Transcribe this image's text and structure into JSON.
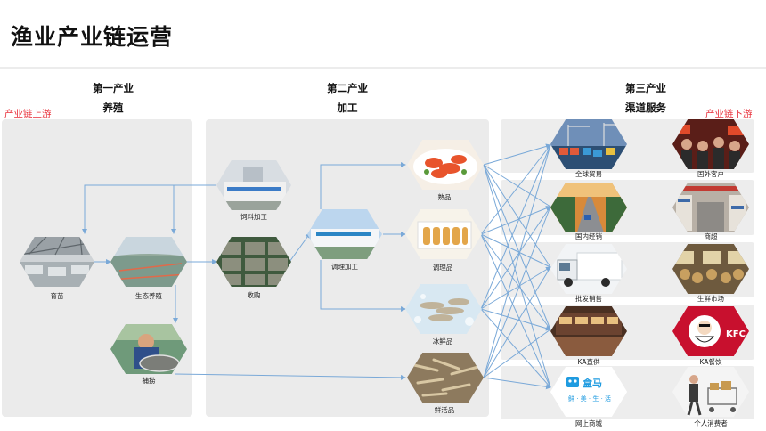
{
  "title": "渔业产业链运营",
  "labels": {
    "upstream": "产业链上游",
    "downstream": "产业链下游"
  },
  "sections": {
    "primary": {
      "line1": "第一产业",
      "line2": "养殖"
    },
    "secondary": {
      "line1": "第二产业",
      "line2": "加工"
    },
    "tertiary": {
      "line1": "第三产业",
      "line2": "渠道服务"
    }
  },
  "nodes": {
    "fry": "育苗",
    "eco_farming": "生态养殖",
    "fishing": "捕捞",
    "feed": "饲料加工",
    "purchase": "收购",
    "processing": "调理加工",
    "cooked": "熟品",
    "prepared": "调理品",
    "frozen": "冰鲜品",
    "live": "鲜活品"
  },
  "channels": [
    "全球贸易",
    "国内经销",
    "批发销售",
    "KA直供",
    "网上商城"
  ],
  "customers": [
    "国外客户",
    "商超",
    "生鲜市场",
    "KA餐饮",
    "个人消费者"
  ],
  "logos": {
    "hema_top": "盒马",
    "hema_bottom": "鲜 · 美 · 生 · 活",
    "kfc": "KFC"
  },
  "colors": {
    "connector": "#7aa9d8",
    "red": "#e8303a",
    "panel": "#ebebeb"
  }
}
